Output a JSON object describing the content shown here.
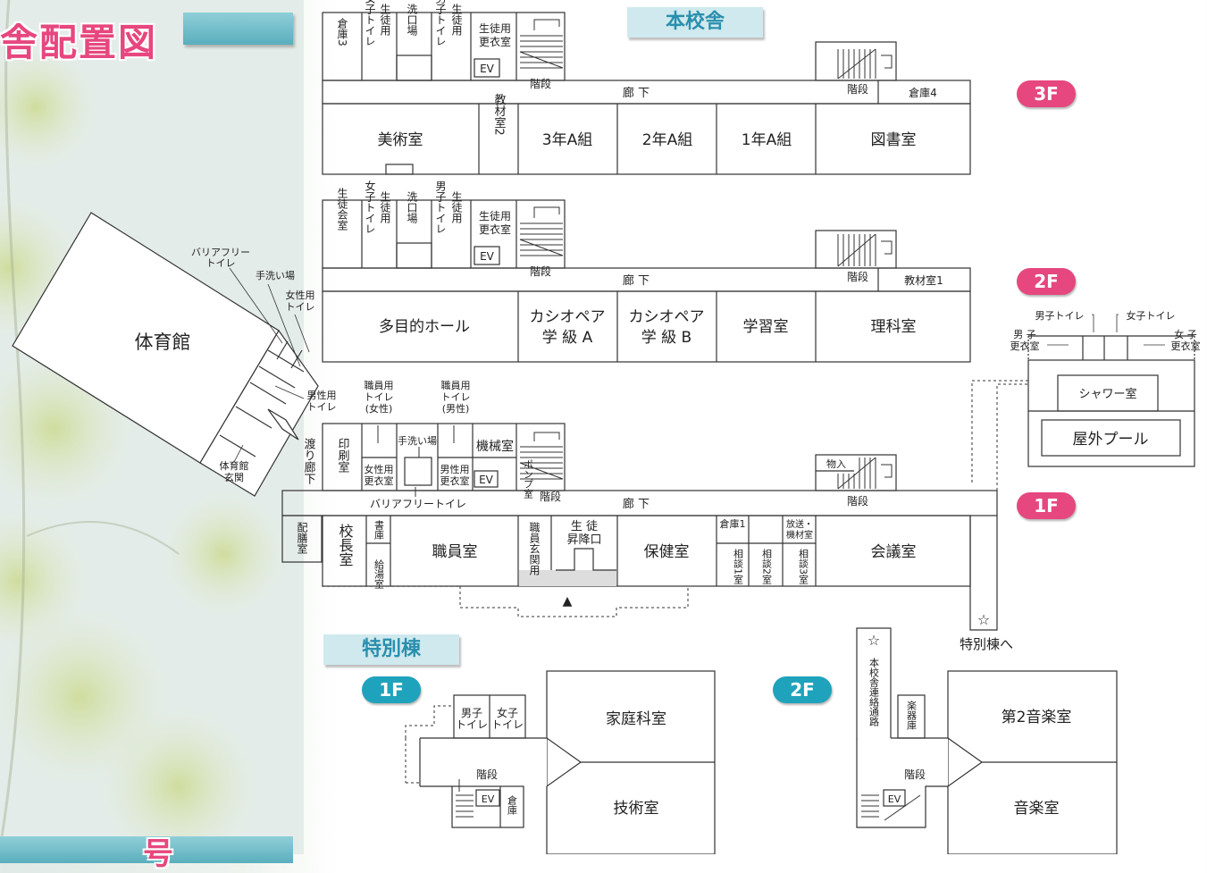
{
  "page": {
    "title": "舎配置図",
    "bottom_glyph": "号"
  },
  "colors": {
    "accent_pink": "#e6477e",
    "accent_teal": "#1fa3bc",
    "section_bg": "#cfe9ee"
  },
  "main_building": {
    "section_label": "本校舎",
    "floor3": {
      "label": "3F",
      "rooms": {
        "storage3": "倉庫3",
        "student_toilet_f": [
          "女子トイレ",
          "生徒用"
        ],
        "washroom": "洗口場",
        "student_toilet_m": [
          "男子トイレ",
          "生徒用"
        ],
        "changing": [
          "生徒用",
          "更衣室"
        ],
        "ev": "EV",
        "stairs_w": "階段",
        "corridor": "廊 下",
        "stairs_e": "階段",
        "storage4": "倉庫4",
        "art": "美術室",
        "materials2": "教材室2",
        "class3a": "3年A組",
        "class2a": "2年A組",
        "class1a": "1年A組",
        "library": "図書室"
      }
    },
    "floor2": {
      "label": "2F",
      "rooms": {
        "student_council": "生徒会室",
        "student_toilet_f": [
          "女子トイレ",
          "生徒用"
        ],
        "washroom": "洗口場",
        "student_toilet_m": [
          "男子トイレ",
          "生徒用"
        ],
        "changing": [
          "生徒用",
          "更衣室"
        ],
        "ev": "EV",
        "stairs_w": "階段",
        "corridor": "廊 下",
        "stairs_e": "階段",
        "materials1": "教材室1",
        "hall": "多目的ホール",
        "cassiopeia_a": [
          "カシオペア",
          "学 級 A"
        ],
        "cassiopeia_b": [
          "カシオペア",
          "学 級 B"
        ],
        "study": "学習室",
        "science": "理科室"
      }
    },
    "floor1": {
      "label": "1F",
      "rooms": {
        "staff_toilet_f": [
          "職員用",
          "トイレ",
          "(女性)"
        ],
        "staff_toilet_m": [
          "職員用",
          "トイレ",
          "(男性)"
        ],
        "handwash": "手洗い場",
        "machine": "機械室",
        "print": "印刷室",
        "female_changing": [
          "女性用",
          "更衣室"
        ],
        "male_changing": [
          "男性用",
          "更衣室"
        ],
        "ev": "EV",
        "pump": "ポンプ室",
        "stairs_w": "階段",
        "barrier_free": "バリアフリートイレ",
        "corridor": "廊 下",
        "storeroom": "物入",
        "stairs_e": "階段",
        "walkway": "渡り廊下",
        "pantry": "配膳室",
        "principal": "校長室",
        "books": "書庫",
        "kettle": "給湯室",
        "staffroom": "職員室",
        "staff_entrance": "職員玄関用",
        "student_entrance": [
          "生 徒",
          "昇降口"
        ],
        "nurse": "保健室",
        "storage1": "倉庫1",
        "consult1": "相談1室",
        "consult2": "相談2室",
        "broadcast": [
          "放送・",
          "機材室"
        ],
        "consult3": "相談3室",
        "meeting": "会議室",
        "to_special": "特別棟へ",
        "star": "☆",
        "entrance_mark": "▲"
      }
    }
  },
  "gym": {
    "label": "体育館",
    "barrier_free": [
      "バリアフリー",
      "トイレ"
    ],
    "handwash": "手洗い場",
    "female_toilet": [
      "女性用",
      "トイレ"
    ],
    "male_toilet": [
      "男性用",
      "トイレ"
    ],
    "entrance": [
      "体育館",
      "玄関"
    ]
  },
  "pool": {
    "male_toilet": "男子トイレ",
    "female_toilet": "女子トイレ",
    "male_changing": [
      "男 子",
      "更衣室"
    ],
    "female_changing": [
      "女 子",
      "更衣室"
    ],
    "shower": "シャワー室",
    "pool": "屋外プール"
  },
  "special_building": {
    "section_label": "特別棟",
    "floor1": {
      "label": "1F",
      "male_toilet": [
        "男子",
        "トイレ"
      ],
      "female_toilet": [
        "女子",
        "トイレ"
      ],
      "home_ec": "家庭科室",
      "tech": "技術室",
      "stairs": "階段",
      "ev": "EV",
      "storage": "倉庫"
    },
    "floor2": {
      "label": "2F",
      "star": "☆",
      "connector": "本校舎連絡通路",
      "instruments": "楽器庫",
      "music2": "第2音楽室",
      "music": "音楽室",
      "stairs": "階段",
      "ev": "EV"
    }
  }
}
